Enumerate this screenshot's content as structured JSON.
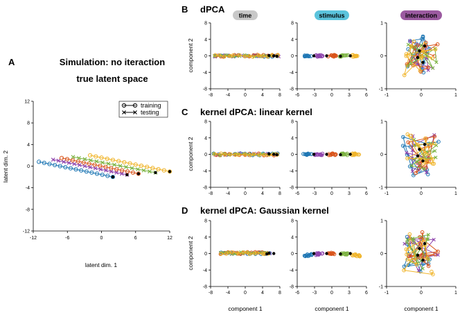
{
  "panel_labels": {
    "a": "A",
    "b": "B",
    "c": "C",
    "d": "D"
  },
  "panel_a": {
    "title_line1": "Simulation: no iteraction",
    "title_line2": "true latent space",
    "xlabel": "latent dim. 1",
    "ylabel": "latent dim. 2",
    "xticks": [
      "-12",
      "-6",
      "0",
      "6",
      "12"
    ],
    "yticks": [
      "12",
      "8",
      "4",
      "0",
      "-4",
      "-8",
      "-12"
    ],
    "legend": {
      "training": "training",
      "testing": "testing"
    }
  },
  "row_titles": {
    "b": "dPCA",
    "c": "kernel dPCA: linear kernel",
    "d": "kernel dPCA: Gaussian kernel"
  },
  "column_headers": {
    "time": "time",
    "stimulus": "stimulus",
    "interaction": "interaction"
  },
  "header_colors": {
    "time": "#c8c8c8",
    "stimulus": "#5bc3dc",
    "interaction": "#9b5aa0"
  },
  "common_axis": {
    "component1": "component 1",
    "component2": "component 2",
    "y_ticks_wide": [
      "8",
      "4",
      "0",
      "-4",
      "-8"
    ],
    "y_ticks_int": [
      "1",
      "0",
      "-1"
    ],
    "x_ticks_time": [
      "-8",
      "-4",
      "0",
      "4",
      "8"
    ],
    "x_ticks_stim": [
      "-6",
      "-3",
      "0",
      "3",
      "6"
    ],
    "x_ticks_int": [
      "-1",
      "0",
      "1"
    ]
  },
  "series_colors": [
    "#1f77b4",
    "#8e44ad",
    "#d95319",
    "#7cb342",
    "#f0b429"
  ],
  "chart_data": [
    {
      "type": "line",
      "panel": "A",
      "title": "Simulation: no iteraction / true latent space",
      "xlabel": "latent dim. 1",
      "ylabel": "latent dim. 2",
      "xlim": [
        -12,
        12
      ],
      "ylim": [
        -12,
        12
      ],
      "series": [
        {
          "color": "#1f77b4",
          "marker": "circle",
          "x_start": -11,
          "y_start": 0.8,
          "x_end": 2,
          "y_end": -2
        },
        {
          "color": "#8e44ad",
          "marker": "x",
          "x_start": -8.5,
          "y_start": 1.2,
          "x_end": 4.5,
          "y_end": -1.6
        },
        {
          "color": "#d95319",
          "marker": "circle",
          "x_start": -7,
          "y_start": 1.5,
          "x_end": 6.5,
          "y_end": -1.4
        },
        {
          "color": "#7cb342",
          "marker": "x",
          "x_start": -5,
          "y_start": 1.7,
          "x_end": 9.5,
          "y_end": -1.2
        },
        {
          "color": "#f0b429",
          "marker": "circle",
          "x_start": -2,
          "y_start": 2,
          "x_end": 12,
          "y_end": -1
        }
      ]
    }
  ]
}
